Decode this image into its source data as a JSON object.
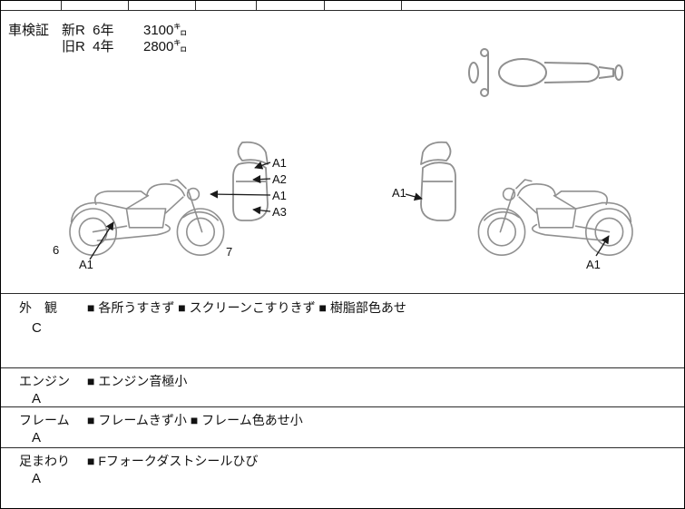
{
  "vehicle": {
    "label": "車検証",
    "rows": [
      {
        "period": "新R  6年",
        "mileage": "3100㌔"
      },
      {
        "period": "旧R  4年",
        "mileage": "2800㌔"
      }
    ]
  },
  "diagram": {
    "callouts": {
      "a1_top": "A1",
      "a2": "A2",
      "a1_mid": "A1",
      "a3": "A3",
      "num6": "6",
      "a1_left_wheel": "A1",
      "num7": "7",
      "a1_right_cowl": "A1",
      "a1_rear_wheel": "A1"
    }
  },
  "inspection": {
    "rows": [
      {
        "category": "外　観",
        "grade": "C",
        "notes": "■ 各所うすきず ■ スクリーンこすりきず ■ 樹脂部色あせ"
      },
      {
        "category": "エンジン",
        "grade": "A",
        "notes": "■ エンジン音極小"
      },
      {
        "category": "フレーム",
        "grade": "A",
        "notes": "■ フレームきず小 ■ フレーム色あせ小"
      },
      {
        "category": "足まわり",
        "grade": "A",
        "notes": "■ Fフォークダストシールひび"
      }
    ]
  },
  "colors": {
    "drawing_line": "#909090",
    "arrow": "#1a1a1a",
    "border": "#000000"
  }
}
